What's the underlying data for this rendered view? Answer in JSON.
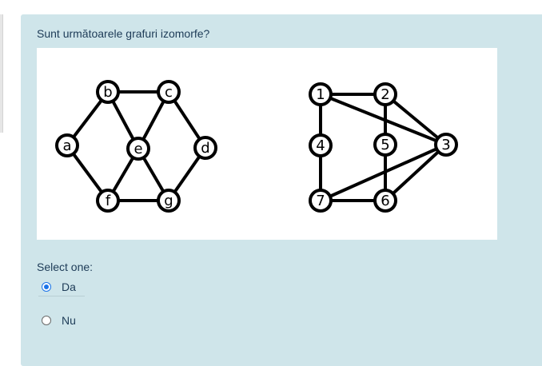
{
  "question": {
    "text": "Sunt următoarele grafuri izomorfe?"
  },
  "figure": {
    "graph_left": {
      "nodes": [
        {
          "id": "a",
          "label": "a"
        },
        {
          "id": "b",
          "label": "b"
        },
        {
          "id": "c",
          "label": "c"
        },
        {
          "id": "d",
          "label": "d"
        },
        {
          "id": "e",
          "label": "e"
        },
        {
          "id": "f",
          "label": "f"
        },
        {
          "id": "g",
          "label": "g"
        }
      ],
      "edges": [
        [
          "a",
          "b"
        ],
        [
          "a",
          "f"
        ],
        [
          "b",
          "c"
        ],
        [
          "b",
          "e"
        ],
        [
          "c",
          "e"
        ],
        [
          "c",
          "d"
        ],
        [
          "e",
          "f"
        ],
        [
          "e",
          "g"
        ],
        [
          "f",
          "g"
        ],
        [
          "g",
          "d"
        ]
      ]
    },
    "graph_right": {
      "nodes": [
        {
          "id": "1",
          "label": "1"
        },
        {
          "id": "2",
          "label": "2"
        },
        {
          "id": "3",
          "label": "3"
        },
        {
          "id": "4",
          "label": "4"
        },
        {
          "id": "5",
          "label": "5"
        },
        {
          "id": "6",
          "label": "6"
        },
        {
          "id": "7",
          "label": "7"
        }
      ],
      "edges": [
        [
          "1",
          "2"
        ],
        [
          "1",
          "3"
        ],
        [
          "1",
          "4"
        ],
        [
          "4",
          "7"
        ],
        [
          "2",
          "5"
        ],
        [
          "5",
          "6"
        ],
        [
          "2",
          "3"
        ],
        [
          "3",
          "6"
        ],
        [
          "3",
          "7"
        ],
        [
          "7",
          "6"
        ]
      ]
    }
  },
  "answer": {
    "select_label": "Select one:",
    "options": [
      {
        "label": "Da",
        "checked": true
      },
      {
        "label": "Nu",
        "checked": false
      }
    ]
  },
  "colors": {
    "card_background": "#cfe5ea",
    "text": "#1d3b57",
    "radio_accent": "#1a73e8"
  }
}
